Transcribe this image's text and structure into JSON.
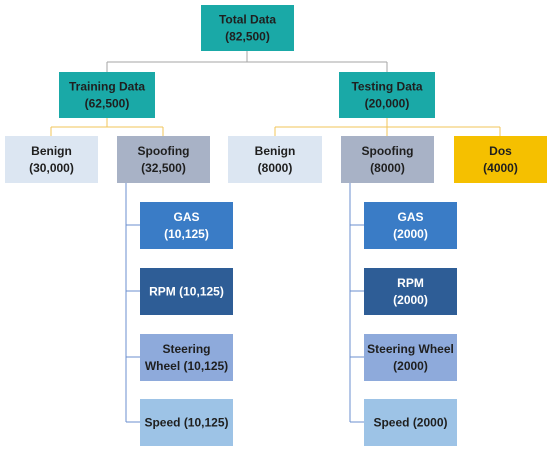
{
  "colors": {
    "teal": "#1aa9a7",
    "benign": "#dce6f2",
    "spoofing": "#a8b2c6",
    "dos": "#f5c000",
    "blue_light": "#3a7cc6",
    "blue_dark": "#2e5d96",
    "blue_pale": "#8eaadb",
    "blue_paler": "#9dc3e6",
    "connector_gold": "#f2c45a",
    "connector_blue": "#6b8fcf",
    "connector_gray": "#a6a6a6",
    "text_dark": "#1f1f1f"
  },
  "nodes": {
    "total": {
      "lines": [
        "Total Data",
        "(82,500)"
      ]
    },
    "training": {
      "lines": [
        "Training Data",
        "(62,500)"
      ]
    },
    "testing": {
      "lines": [
        "Testing Data",
        "(20,000)"
      ]
    },
    "train_benign": {
      "lines": [
        "Benign",
        "(30,000)"
      ]
    },
    "train_spoofing": {
      "lines": [
        "Spoofing",
        "(32,500)"
      ]
    },
    "test_benign": {
      "lines": [
        "Benign",
        "(8000)"
      ]
    },
    "test_spoofing": {
      "lines": [
        "Spoofing",
        "(8000)"
      ]
    },
    "test_dos": {
      "lines": [
        "Dos",
        "(4000)"
      ]
    },
    "train_gas": {
      "lines": [
        "GAS",
        "(10,125)"
      ]
    },
    "train_rpm": {
      "lines": [
        "RPM (10,125)"
      ]
    },
    "train_steering": {
      "lines": [
        "Steering",
        "Wheel (10,125)"
      ]
    },
    "train_speed": {
      "lines": [
        "Speed (10,125)"
      ]
    },
    "test_gas": {
      "lines": [
        "GAS",
        "(2000)"
      ]
    },
    "test_rpm": {
      "lines": [
        "RPM",
        "(2000)"
      ]
    },
    "test_steering": {
      "lines": [
        "Steering Wheel",
        "(2000)"
      ]
    },
    "test_speed": {
      "lines": [
        "Speed (2000)"
      ]
    }
  }
}
